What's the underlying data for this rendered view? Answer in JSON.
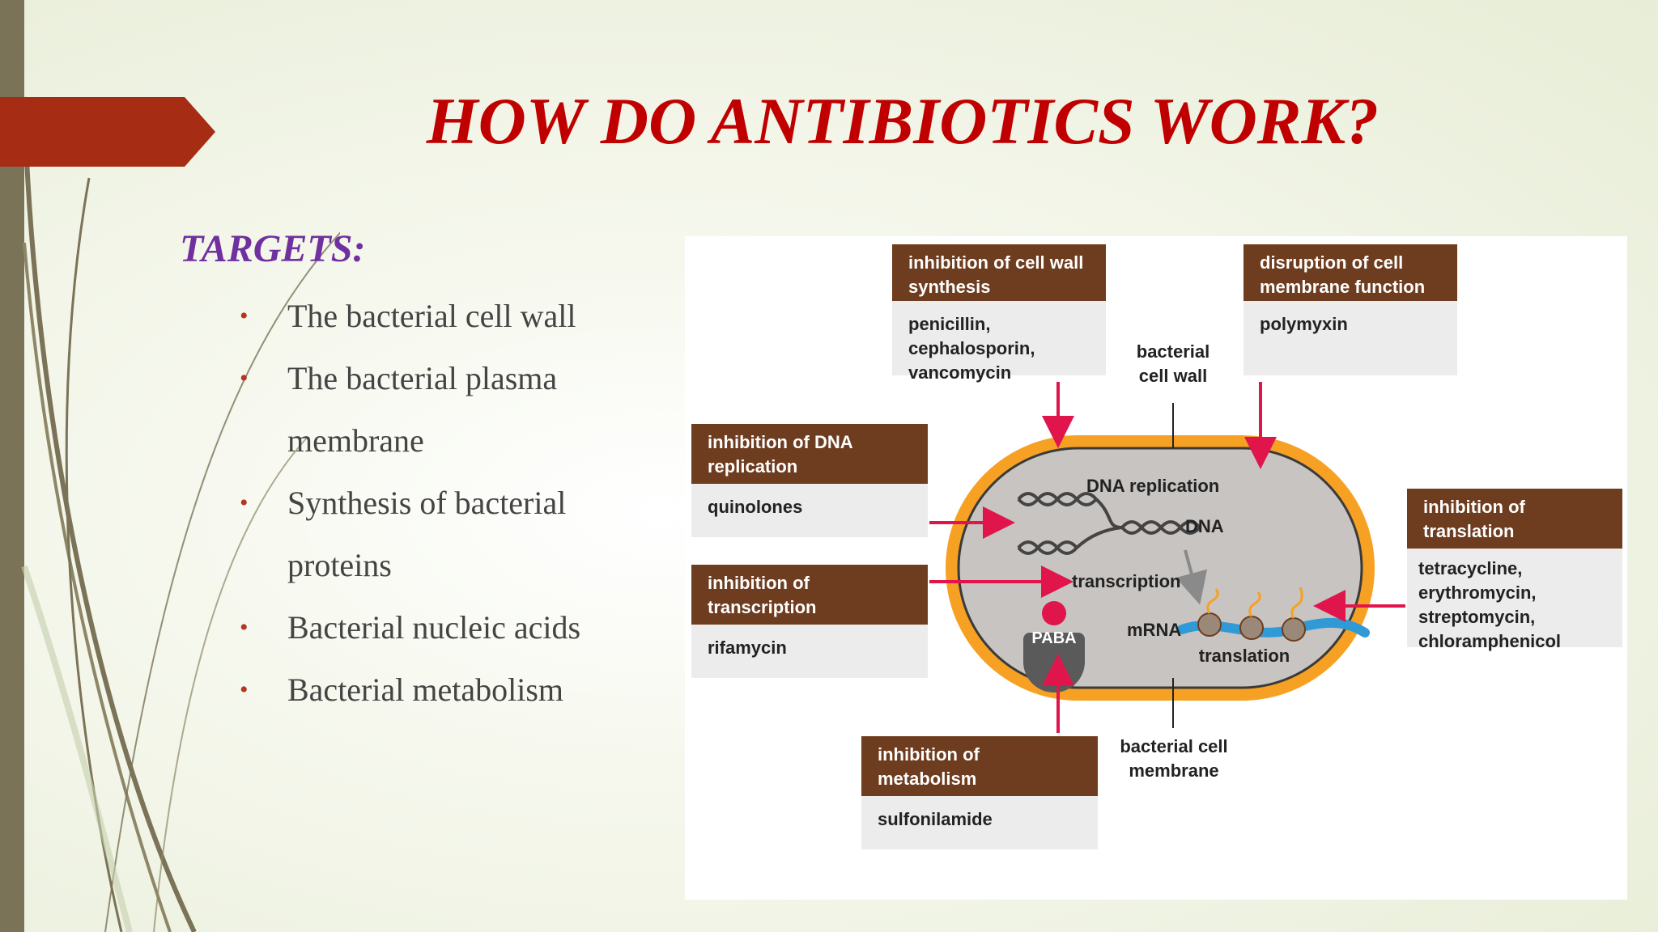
{
  "slide": {
    "title": "HOW DO ANTIBIOTICS WORK?",
    "targets_heading": "TARGETS:",
    "bullets": [
      "The bacterial cell wall",
      "The bacterial plasma membrane",
      "Synthesis of bacterial proteins",
      "Bacterial nucleic acids",
      "Bacterial metabolism"
    ],
    "bullet_symbol": "•"
  },
  "diagram": {
    "boxes": {
      "cell_wall": {
        "header": "inhibition of cell wall synthesis",
        "drugs": "penicillin, cephalosporin, vancomycin"
      },
      "membrane": {
        "header": "disruption of cell membrane function",
        "drugs": "polymyxin"
      },
      "dna_replication": {
        "header": "inhibition of DNA replication",
        "drugs": "quinolones"
      },
      "transcription": {
        "header": "inhibition of transcription",
        "drugs": "rifamycin"
      },
      "translation": {
        "header": "inhibition of translation",
        "drugs": "tetracycline, erythromycin, streptomycin, chloramphenicol"
      },
      "metabolism": {
        "header": "inhibition of metabolism",
        "drugs": "sulfonilamide"
      }
    },
    "labels": {
      "bacterial_cell_wall": "bacterial cell wall",
      "bacterial_cell_membrane": "bacterial cell membrane",
      "dna_replication": "DNA replication",
      "dna": "DNA",
      "transcription": "transcription",
      "mrna": "mRNA",
      "translation": "translation",
      "paba": "PABA"
    },
    "colors": {
      "box_header": "#6e3c1e",
      "box_body": "#ececec",
      "cell_wall": "#f7a124",
      "cytoplasm": "#c8c4c1",
      "arrow": "#e0154b",
      "mrna": "#2f9ad6"
    }
  },
  "colors": {
    "title": "#c00000",
    "targets_heading": "#7030a0",
    "bullet": "#b5361e",
    "accent_arrow": "#a62c14"
  }
}
